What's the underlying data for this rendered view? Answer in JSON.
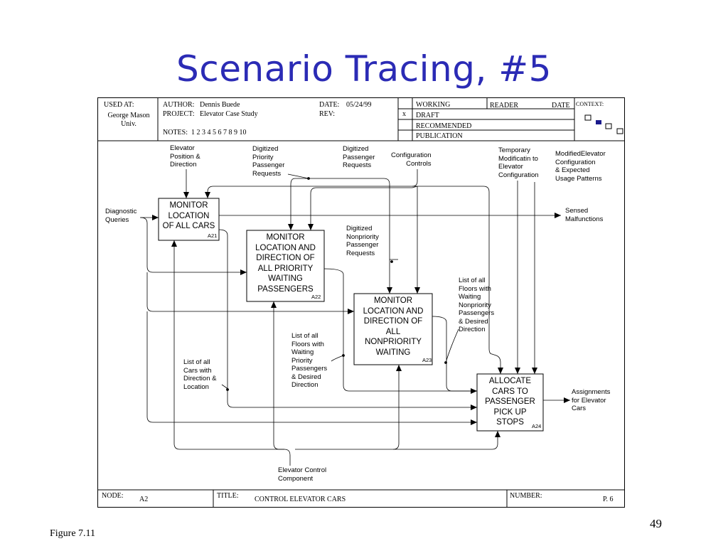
{
  "slide": {
    "title": "Scenario Tracing, #5",
    "page_number": "49",
    "figure_caption": "Figure 7.11"
  },
  "header": {
    "used_at_label": "USED AT:",
    "used_at_value": "George Mason\nUniv.",
    "author_label": "AUTHOR:",
    "author_value": "Dennis Buede",
    "project_label": "PROJECT:",
    "project_value": "Elevator Case Study",
    "notes_label": "NOTES:",
    "notes_value": "1  2  3  4  5  6  7  8  9  10",
    "date_label": "DATE:",
    "date_value": "05/24/99",
    "rev_label": "REV:",
    "status_items": [
      "WORKING",
      "DRAFT",
      "RECOMMENDED",
      "PUBLICATION"
    ],
    "status_mark": "x",
    "reader_label": "READER",
    "reader_date_label": "DATE",
    "context_label": "CONTEXT:"
  },
  "footer": {
    "node_label": "NODE:",
    "node_value": "A2",
    "title_label": "TITLE:",
    "title_value": "CONTROL ELEVATOR CARS",
    "number_label": "NUMBER:",
    "number_value": "P. 6"
  },
  "activities": {
    "a21": {
      "label": "MONITOR\nLOCATION\nOF ALL CARS",
      "id": "A21"
    },
    "a22": {
      "label": "MONITOR\nLOCATION AND\nDIRECTION OF\nALL PRIORITY\nWAITING\nPASSENGERS",
      "id": "A22"
    },
    "a23": {
      "label": "MONITOR\nLOCATION AND\nDIRECTION OF\nALL\nNONPRIORITY\nWAITING",
      "id": "A23"
    },
    "a24": {
      "label": "ALLOCATE\nCARS TO\nPASSENGER\nPICK UP\nSTOPS",
      "id": "A24"
    }
  },
  "flows": {
    "elevator_position": "Elevator\nPosition &\nDirection",
    "digitized_priority": "Digitized\nPriority\nPassenger\nRequests",
    "digitized_passenger": "Digitized\nPassenger\nRequests",
    "configuration_controls": "Configuration\n        Controls",
    "temporary_modification": "Temporary\nModificatin to\nElevator\nConfiguration",
    "modified_elevator": "ModifiedElevator\nConfiguration\n& Expected\nUsage Patterns",
    "diagnostic_queries": "Diagnostic\nQueries",
    "sensed_malfunctions": "Sensed\nMalfunctions",
    "digitized_nonpriority": "Digitized\nNonpriority\nPassenger\nRequests",
    "list_nonpriority": "List of all\nFloors with\nWaiting\nNonpriority\nPassengers\n& Desired\nDirection",
    "list_priority": "List of all\nFloors with\nWaiting\nPriority\nPassengers\n& Desired\nDirection",
    "list_cars": "List of all\nCars with\nDirection &\nLocation",
    "assignments": "Assignments\nfor Elevator\nCars",
    "elevator_control_component": "Elevator Control\nComponent"
  }
}
